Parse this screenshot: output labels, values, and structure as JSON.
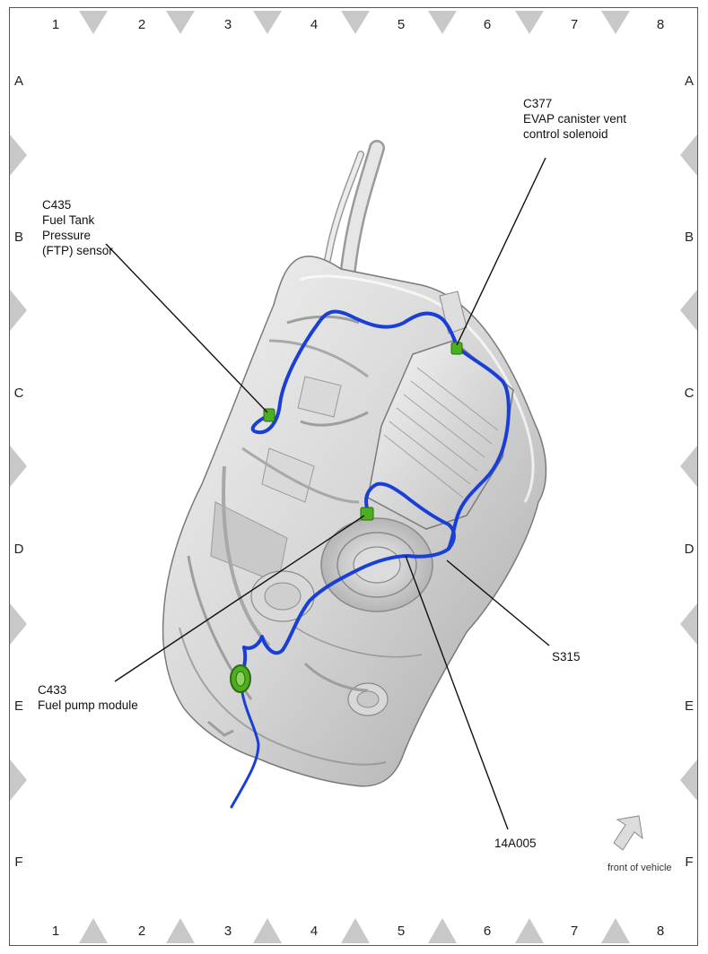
{
  "grid": {
    "columns": [
      "1",
      "2",
      "3",
      "4",
      "5",
      "6",
      "7",
      "8"
    ],
    "rows": [
      "A",
      "B",
      "C",
      "D",
      "E",
      "F"
    ]
  },
  "callouts": {
    "c435": {
      "line1": "C435",
      "line2": "Fuel Tank",
      "line3": "Pressure",
      "line4": "(FTP) sensor"
    },
    "c377": {
      "line1": "C377",
      "line2": "EVAP canister vent",
      "line3": "control solenoid"
    },
    "c433": {
      "line1": "C433",
      "line2": "Fuel pump module"
    },
    "s315": {
      "line1": "S315"
    },
    "harness": {
      "line1": "14A005"
    }
  },
  "orientation": {
    "label": "front of vehicle"
  },
  "colors": {
    "harness": "#1a3fd6",
    "connector": "#4caf1f",
    "tank": "#d4d4d4",
    "tab": "#c8c8c8"
  }
}
